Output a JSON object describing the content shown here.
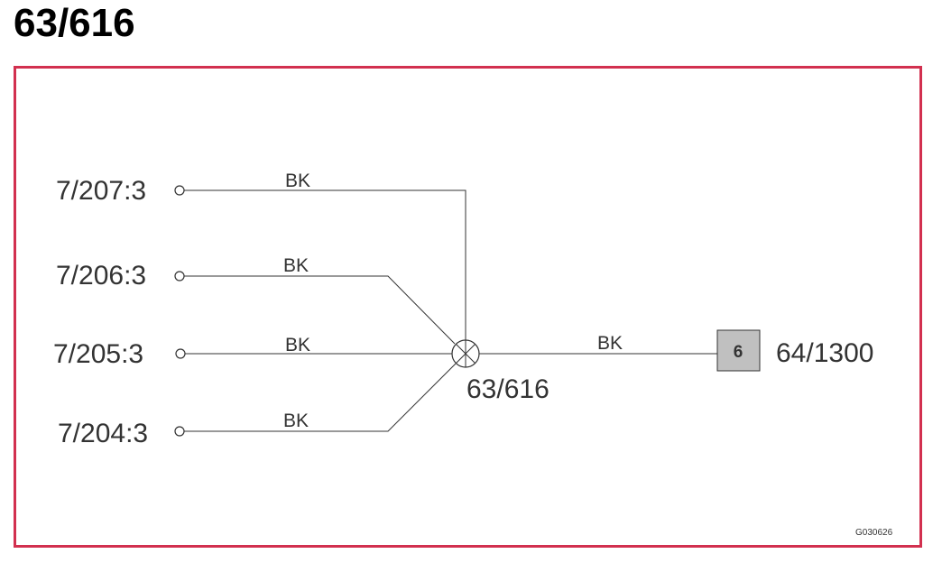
{
  "title": "63/616",
  "frame_color": "#d2304f",
  "connectors": [
    {
      "id": "7/207:3",
      "wire": "BK"
    },
    {
      "id": "7/206:3",
      "wire": "BK"
    },
    {
      "id": "7/205:3",
      "wire": "BK"
    },
    {
      "id": "7/204:3",
      "wire": "BK"
    }
  ],
  "splice": {
    "label": "63/616"
  },
  "output": {
    "wire": "BK",
    "pin": "6",
    "component": "64/1300",
    "pin_fill": "#c0c0c0"
  },
  "figure_code": "G030626"
}
